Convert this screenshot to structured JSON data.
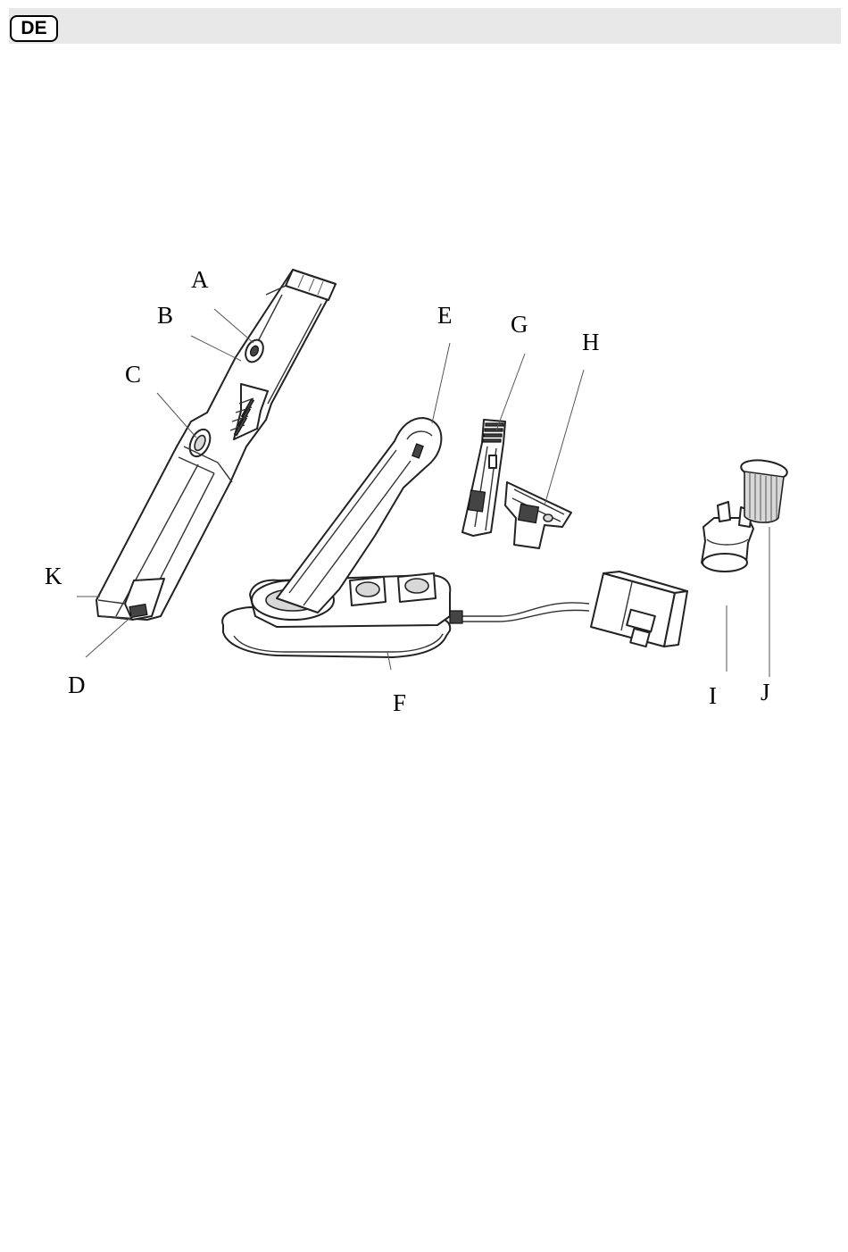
{
  "header": {
    "language_code": "DE"
  },
  "figure": {
    "labels": {
      "A": "A",
      "B": "B",
      "C": "C",
      "D": "D",
      "E": "E",
      "F": "F",
      "G": "G",
      "H": "H",
      "I": "I",
      "J": "J",
      "K": "K"
    }
  }
}
